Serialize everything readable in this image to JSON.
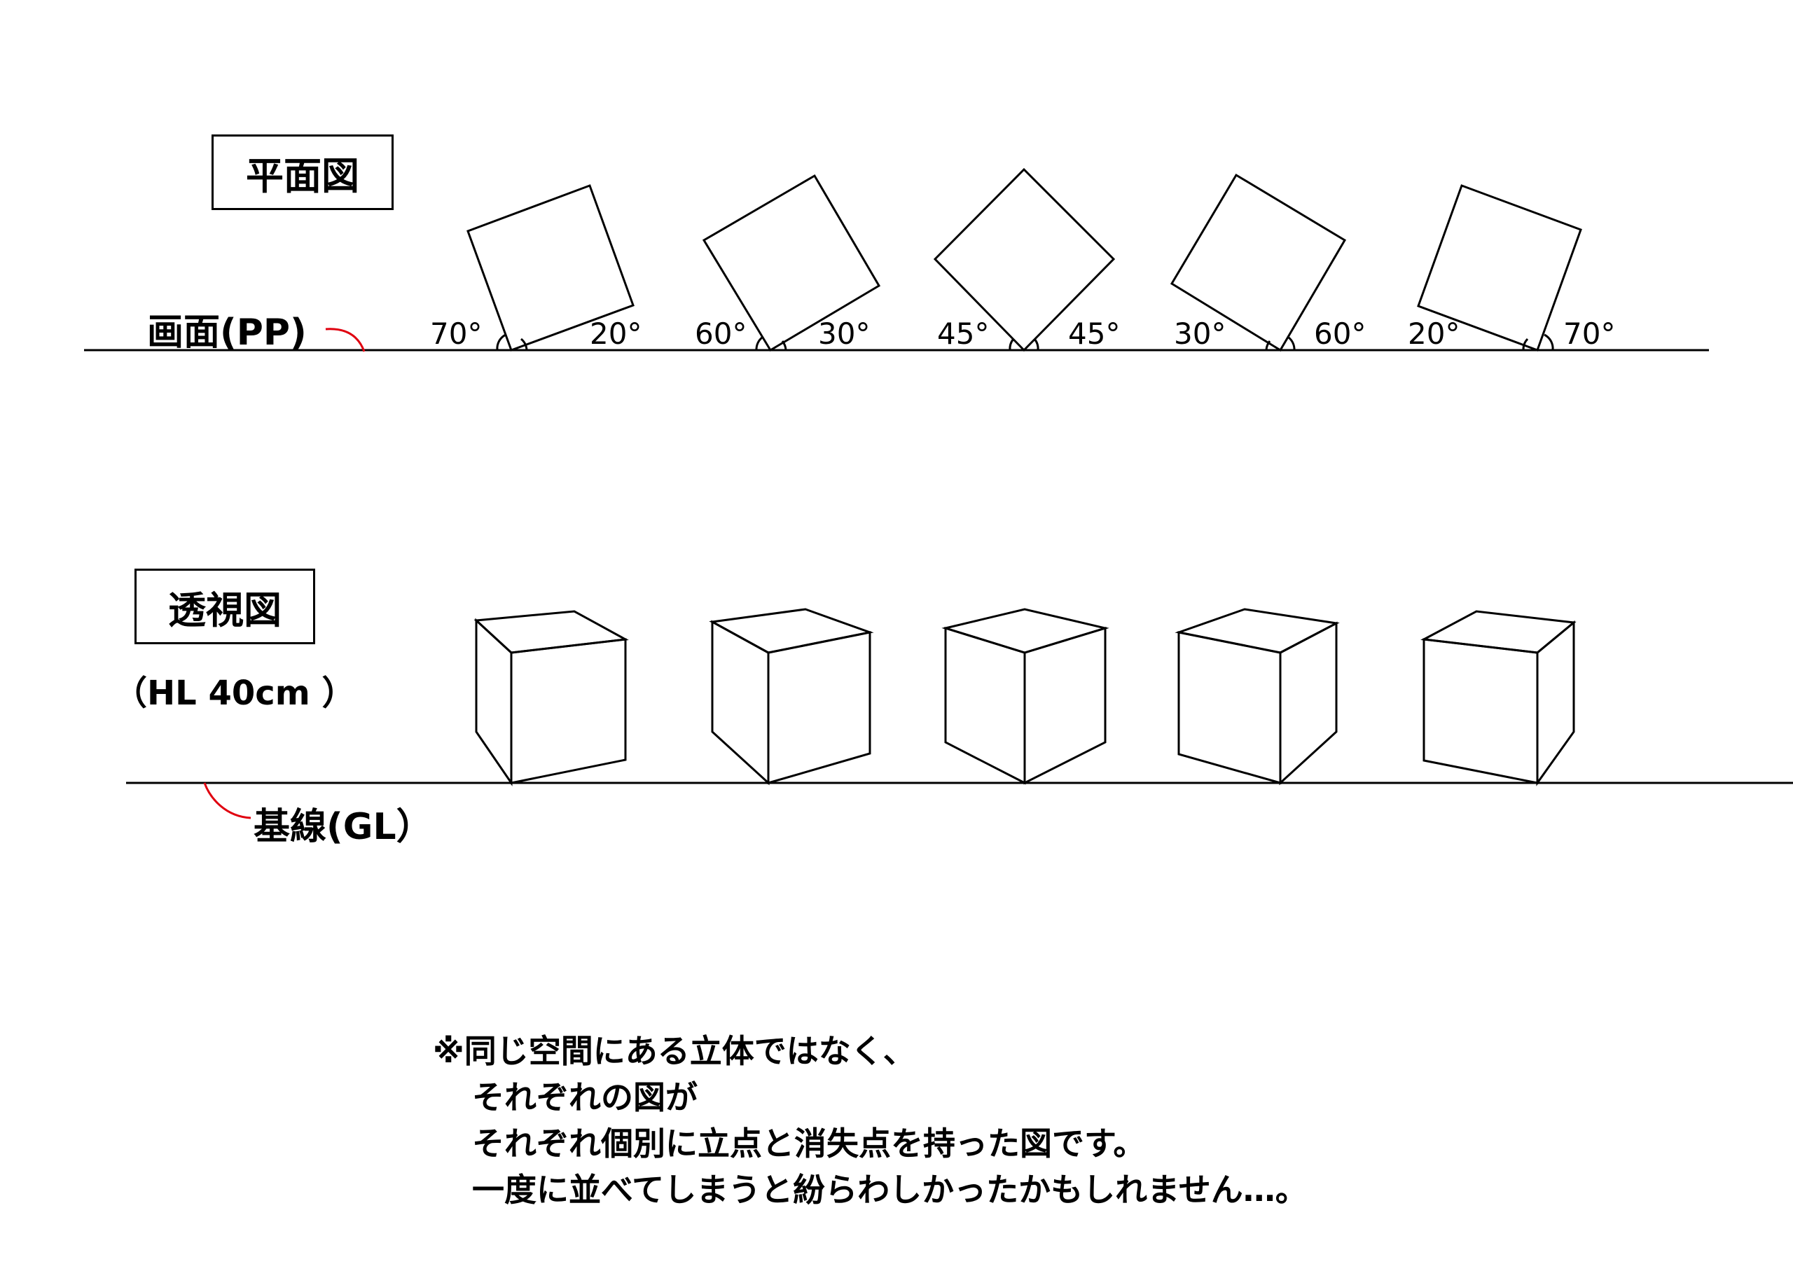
{
  "plan_section": {
    "title": "平面図",
    "picture_plane_label": "画面(PP)",
    "cubes": [
      {
        "left_angle": "70°",
        "right_angle": "20°"
      },
      {
        "left_angle": "60°",
        "right_angle": "30°"
      },
      {
        "left_angle": "45°",
        "right_angle": "45°"
      },
      {
        "left_angle": "30°",
        "right_angle": "60°"
      },
      {
        "left_angle": "20°",
        "right_angle": "70°"
      }
    ]
  },
  "perspective_section": {
    "title": "透視図",
    "horizon_label": "（HL 40cm ）",
    "ground_line_label": "基線(GL）"
  },
  "note": {
    "line1": "※同じ空間にある立体ではなく、",
    "line2": "それぞれの図が",
    "line3": "それぞれ個別に立点と消失点を持った図です。",
    "line4": "一度に並べてしまうと紛らわしかったかもしれません…。"
  },
  "colors": {
    "line": "#000000",
    "leader": "#e0000f"
  }
}
